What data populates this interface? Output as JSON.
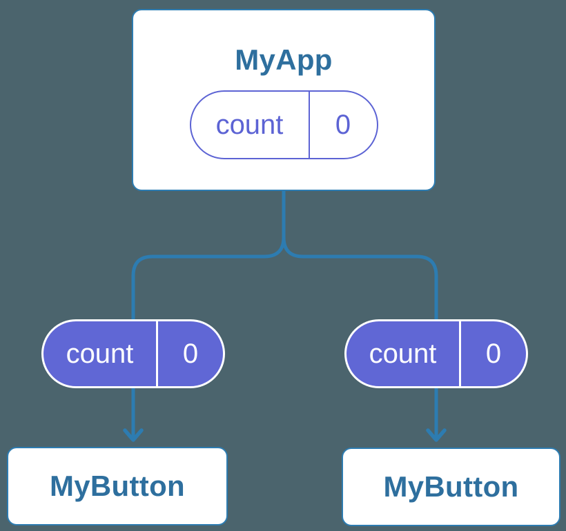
{
  "colors": {
    "background": "#4b646d",
    "connector": "#2d7cb1",
    "node_border": "#2d7cb1",
    "node_text": "#2e6f9e",
    "pill_fill": "#6067d5",
    "pill_outline": "#5c63d4",
    "pill_divider": "#ffffff",
    "pill_text": "#ffffff"
  },
  "tree": {
    "root": {
      "label": "MyApp",
      "state": {
        "key": "count",
        "value": "0"
      }
    },
    "edges": [
      {
        "prop": {
          "key": "count",
          "value": "0"
        },
        "child": {
          "label": "MyButton"
        }
      },
      {
        "prop": {
          "key": "count",
          "value": "0"
        },
        "child": {
          "label": "MyButton"
        }
      }
    ]
  }
}
